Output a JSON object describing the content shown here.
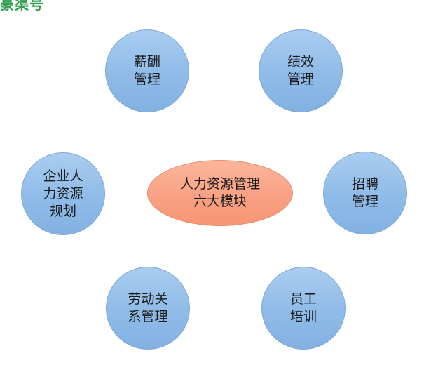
{
  "watermark": "豪渠号",
  "diagram": {
    "center": "人力资源管理\n六大模块",
    "modules": {
      "salary": "薪酬\n管理",
      "performance": "绩效\n管理",
      "planning": "企业人\n力资源\n规划",
      "recruitment": "招聘\n管理",
      "labor_relations": "劳动关\n系管理",
      "training": "员工\n培训"
    },
    "colors": {
      "module_fill": "#8fbbe8",
      "module_border": "#7ea7d6",
      "center_fill": "#f9a184",
      "center_border": "#e98a6c",
      "watermark": "#2f9e4f"
    }
  }
}
